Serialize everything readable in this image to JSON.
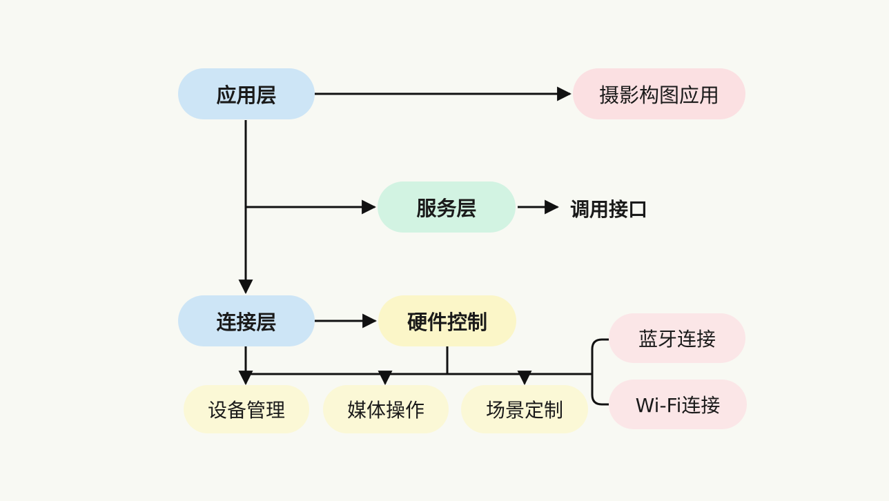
{
  "nodes": {
    "app_layer": "应用层",
    "photo_app": "摄影构图应用",
    "service_layer": "服务层",
    "call_interface": "调用接口",
    "connect_layer": "连接层",
    "hardware_control": "硬件控制",
    "bluetooth": "蓝牙连接",
    "wifi": "Wi-Fi连接",
    "device_mgmt": "设备管理",
    "media_ops": "媒体操作",
    "scene_custom": "场景定制"
  },
  "colors": {
    "blue": "#cde5f6",
    "pink": "#fbe0e2",
    "green": "#d2f3e2",
    "yellow": "#fbf6c8",
    "line": "#111111",
    "background": "#f8f9f3"
  }
}
